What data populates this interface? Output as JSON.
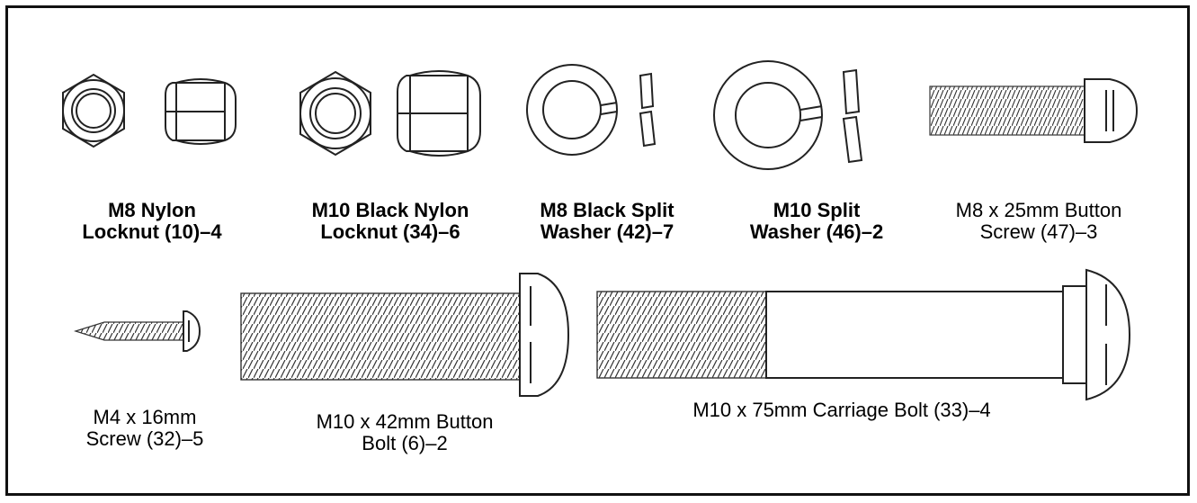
{
  "parts": [
    {
      "id": "nylon-locknut-m8",
      "line1": "M8 Nylon",
      "line2": "Locknut (10)–4"
    },
    {
      "id": "black-nylon-locknut-m10",
      "line1": "M10 Black Nylon",
      "line2": "Locknut (34)–6"
    },
    {
      "id": "black-split-washer-m8",
      "line1": "M8 Black Split",
      "line2": "Washer (42)–7"
    },
    {
      "id": "split-washer-m10",
      "line1": "M10 Split",
      "line2": "Washer (46)–2"
    },
    {
      "id": "button-screw-m8x25",
      "line1": "M8 x 25mm Button",
      "line2": "Screw (47)–3"
    },
    {
      "id": "screw-m4x16",
      "line1": "M4 x 16mm",
      "line2": "Screw (32)–5"
    },
    {
      "id": "button-bolt-m10x42",
      "line1": "M10 x 42mm Button",
      "line2": "Bolt (6)–2"
    },
    {
      "id": "carriage-bolt-m10x75",
      "line1": "M10 x 75mm Carriage Bolt (33)–4"
    }
  ]
}
